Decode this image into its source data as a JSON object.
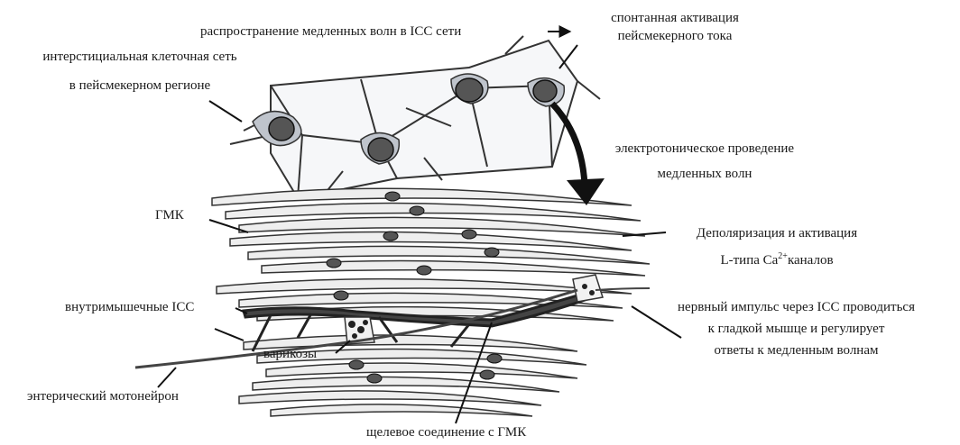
{
  "labels": {
    "slow_wave_propagation": "распространение медленных волн в ICC сети",
    "spontaneous_activation_1": "спонтанная активация",
    "spontaneous_activation_2": "пейсмекерного тока",
    "icc_network_1": "интерстициальная клеточная сеть",
    "icc_network_2": "в пейсмекерном регионе",
    "electrotonic_1": "электротоническое проведение",
    "electrotonic_2": "медленных волн",
    "smc": "ГМК",
    "depolarization_1": "Деполяризация и активация",
    "depolarization_2": "L-типа Ca",
    "depolarization_sup": "2+",
    "depolarization_3": "каналов",
    "intramuscular_icc": "внутримышечные ICC",
    "nerve_impulse_1": "нервный импульс через ICC проводиться",
    "nerve_impulse_2": "к гладкой мышце и регулирует",
    "nerve_impulse_3": "ответы к медленным волнам",
    "varicosities": "варикозы",
    "enteric_motoneuron": "энтерический мотонейрон",
    "gap_junction": "щелевое соединение с ГМК"
  }
}
